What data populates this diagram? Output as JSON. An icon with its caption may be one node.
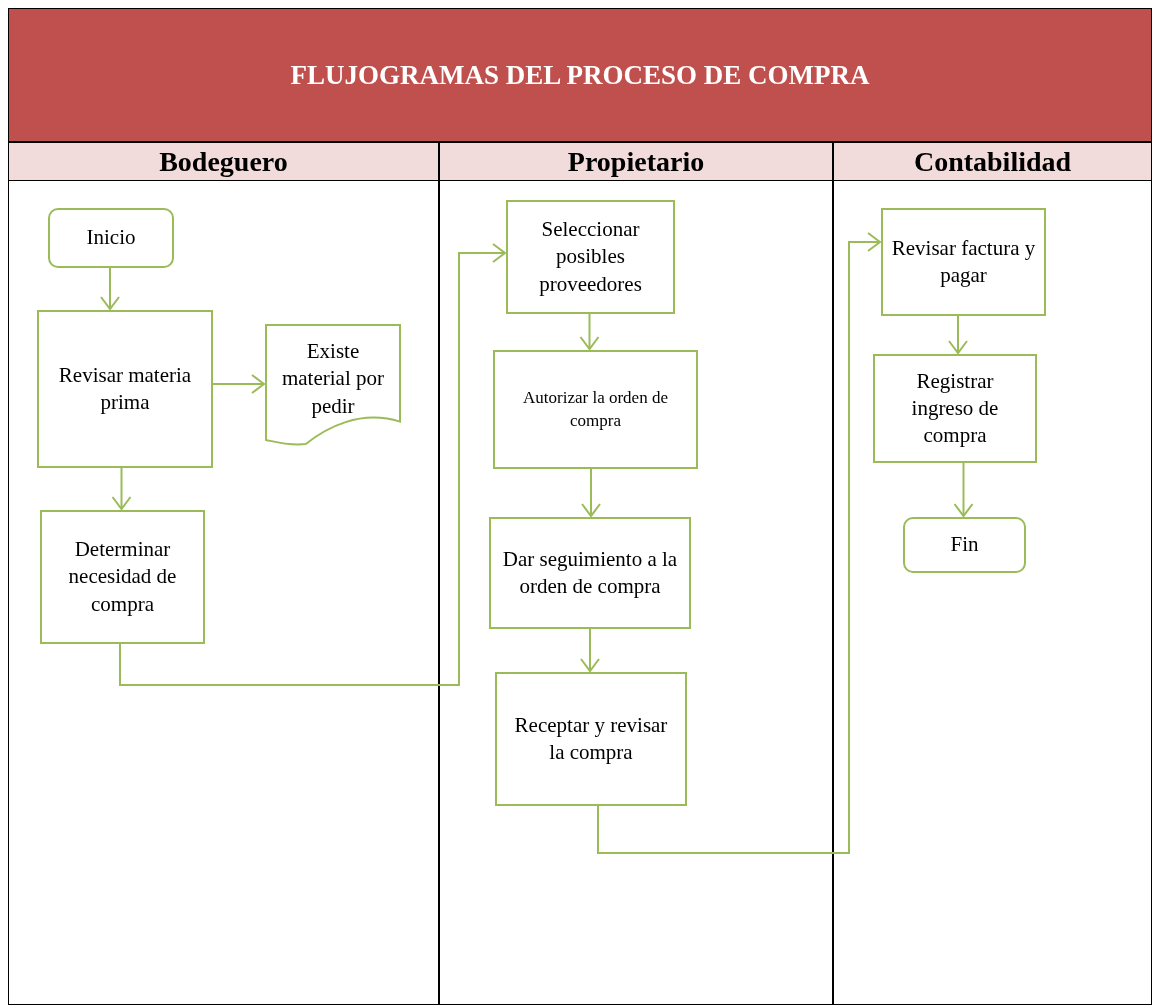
{
  "diagram": {
    "title": "FLUJOGRAMAS DEL PROCESO DE COMPRA",
    "nodes": [
      {
        "text": [
          "Bodeguero"
        ]
      },
      {
        "text": [
          "Propietario"
        ]
      },
      {
        "text": [
          "Contabilidad"
        ]
      },
      {
        "text": [
          "Inicio"
        ],
        "in": 0
      },
      {
        "text": [
          "Revisar materia prima"
        ],
        "in": 0
      },
      {
        "text": [
          "Existe material por pedir"
        ],
        "in": 0
      },
      {
        "text": [
          "Determinar necesidad de compra"
        ],
        "in": 0
      },
      {
        "text": [
          "Seleccionar posibles proveedores"
        ],
        "in": 1
      },
      {
        "text": [
          "Autorizar la orden de compra"
        ],
        "in": 1
      },
      {
        "text": [
          "Dar seguimiento a la orden de compra"
        ],
        "in": 1
      },
      {
        "text": [
          "Receptar y revisar la compra"
        ],
        "in": 1
      },
      {
        "text": [
          "Revisar factura y pagar"
        ],
        "in": 2
      },
      {
        "text": [
          "Registrar ingreso de compra"
        ],
        "in": 2
      },
      {
        "text": [
          "Fin"
        ],
        "in": 2
      }
    ],
    "edges": [
      {
        "from": 3,
        "to": 4,
        "arrow": "to"
      },
      {
        "from": 4,
        "to": 5,
        "arrow": "to"
      },
      {
        "from": 4,
        "to": 6,
        "arrow": "to"
      },
      {
        "from": 6,
        "to": 7,
        "arrow": "to"
      },
      {
        "from": 7,
        "to": 8,
        "arrow": "to"
      },
      {
        "from": 8,
        "to": 9,
        "arrow": "to"
      },
      {
        "from": 9,
        "to": 10,
        "arrow": "to"
      },
      {
        "from": 10,
        "to": 11,
        "arrow": "to"
      },
      {
        "from": 11,
        "to": 12,
        "arrow": "to"
      },
      {
        "from": 12,
        "to": 13,
        "arrow": "to"
      }
    ]
  }
}
